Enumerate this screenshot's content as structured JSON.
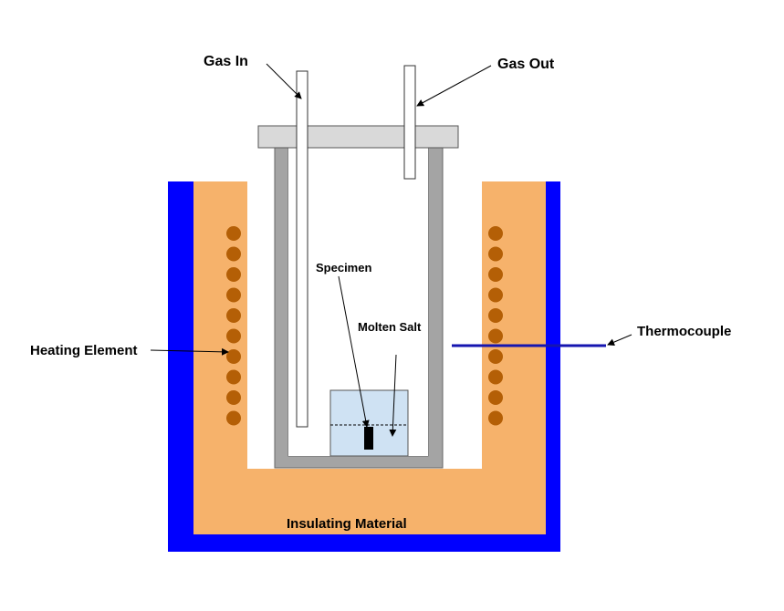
{
  "labels": {
    "gas_in": "Gas In",
    "gas_out": "Gas Out",
    "specimen": "Specimen",
    "molten_salt": "Molten Salt",
    "heating_element": "Heating Element",
    "thermocouple": "Thermocouple",
    "insulating_material": "Insulating Material"
  },
  "colors": {
    "outer_shell": "#0000ff",
    "insulation": "#f6b26b",
    "coil": "#b45f06",
    "crucible": "#a4a4a4",
    "lid": "#d9d9d9",
    "salt": "#cfe2f3",
    "thermocouple": "#1515b0",
    "specimen": "#000000"
  },
  "heating_coils_per_side": 10
}
